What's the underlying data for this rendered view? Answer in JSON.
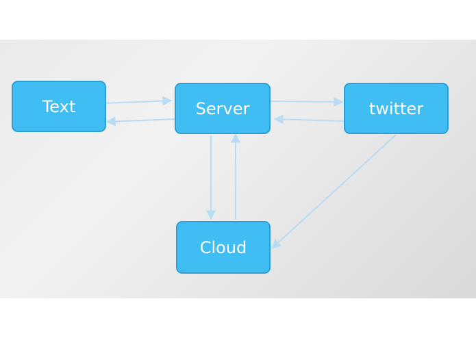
{
  "diagram": {
    "nodes": [
      {
        "id": "text",
        "label": "Text"
      },
      {
        "id": "server",
        "label": "Server"
      },
      {
        "id": "twitter",
        "label": "twitter"
      },
      {
        "id": "cloud",
        "label": "Cloud"
      }
    ],
    "edges": [
      {
        "from": "text",
        "to": "server"
      },
      {
        "from": "server",
        "to": "text"
      },
      {
        "from": "server",
        "to": "twitter"
      },
      {
        "from": "twitter",
        "to": "server"
      },
      {
        "from": "server",
        "to": "cloud"
      },
      {
        "from": "cloud",
        "to": "server"
      },
      {
        "from": "twitter",
        "to": "cloud"
      }
    ],
    "colors": {
      "node_fill": "#40bdf2",
      "node_border": "#2f9fd3",
      "node_text": "#ffffff",
      "edge": "#b7dcf3"
    }
  }
}
